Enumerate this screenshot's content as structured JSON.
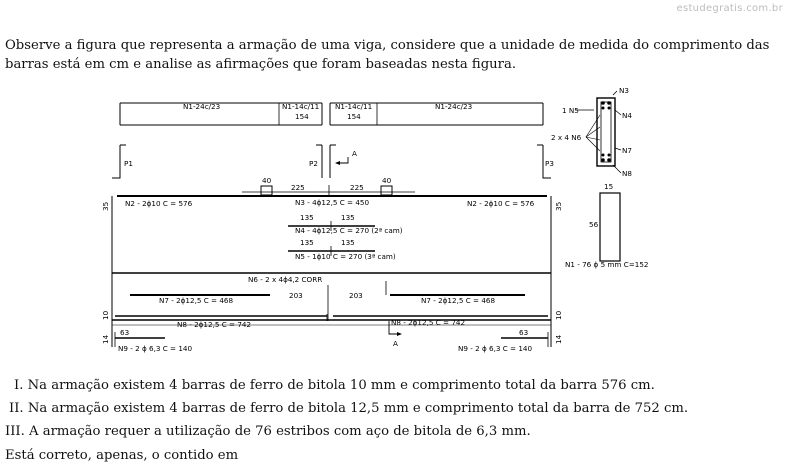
{
  "watermark": "estudegratis.com.br",
  "question": {
    "intro": "Observe a figura que representa a armação de uma viga, considere que a unidade de medida do comprimento das barras está em cm e analise as afirmações que foram baseadas nesta figura.",
    "statements": [
      {
        "num": "I.",
        "text": "Na armação existem 4 barras de ferro de bitola 10 mm e comprimento total da barra 576 cm."
      },
      {
        "num": "II.",
        "text": "Na armação existem 4 barras de ferro de bitola 12,5 mm e comprimento total da barra de 752 cm."
      },
      {
        "num": "III.",
        "text": "A armação requer a utilização de 76 estribos com aço de bitola de 6,3 mm."
      }
    ],
    "ask": "Está correto, apenas, o contido em"
  },
  "figure": {
    "top_left_label": "N1-24c/23",
    "top_mid_left_label": "N1-14c/11",
    "top_mid_right_label": "N1-14c/11",
    "top_right_label": "N1-24c/23",
    "top_dim_left": "154",
    "top_dim_right": "154",
    "support_p1": "P1",
    "support_p2": "P2",
    "support_p3": "P3",
    "section_mark": "A",
    "dim_40_left": "40",
    "dim_40_right": "40",
    "dim_225_left": "225",
    "dim_225_right": "225",
    "n3": "N3 - 4ϕ12,5 C = 450",
    "n2_left": "N2 - 2ϕ10 C = 576",
    "n2_right": "N2 - 2ϕ10 C = 576",
    "side_35_left": "35",
    "side_35_right": "35",
    "dim_135_a": "135",
    "dim_135_b": "135",
    "n4": "N4 - 4ϕ12,5 C = 270 (2ª cam)",
    "dim_135_c": "135",
    "dim_135_d": "135",
    "n5": "N5 - 1ϕ10 C = 270 (3ª cam)",
    "n6": "N6 - 2 x 4ϕ4,2 CORR",
    "dim_203_left": "203",
    "dim_203_right": "203",
    "n7_left": "N7 - 2ϕ12,5 C = 468",
    "n7_right": "N7 - 2ϕ12,5 C = 468",
    "side_10_left": "10",
    "side_10_right": "10",
    "n8_left": "N8 - 2ϕ12,5 C = 742",
    "n8_right": "N8 - 2ϕ12,5 C = 742",
    "dim_63_left": "63",
    "dim_63_right": "63",
    "side_14_left": "14",
    "side_14_right": "14",
    "n9_left": "N9 - 2 ϕ 6,3  C = 140",
    "n9_right": "N9 - 2 ϕ 6,3  C = 140",
    "sec_n3": "N3",
    "sec_n5": "1 N5",
    "sec_n4": "N4",
    "sec_n6": "2 x 4 N6",
    "sec_n7": "N7",
    "sec_n8": "N8",
    "stirrup_top": "15",
    "stirrup_side": "56",
    "stirrup_label": "N1 - 76 ϕ 5 mm C=152"
  }
}
